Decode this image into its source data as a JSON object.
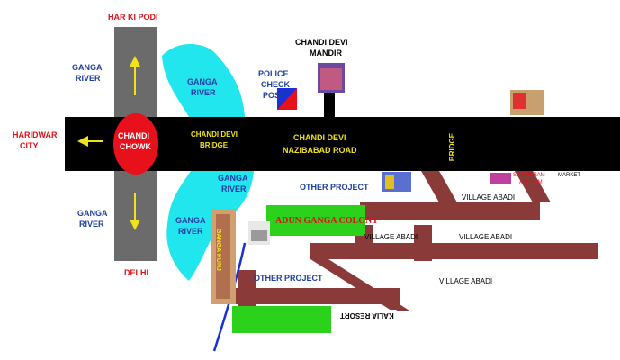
{
  "labels": {
    "har_ki_podi": "HAR KI PODI",
    "haridwar_city_1": "HARIDWAR",
    "haridwar_city_2": "CITY",
    "delhi": "DELHI",
    "ganga_river_1": "GANGA",
    "ganga_river_2": "RIVER",
    "chandi_chowk_1": "CHANDI",
    "chandi_chowk_2": "CHOWK",
    "chandi_devi_bridge_1": "CHANDI DEVI",
    "chandi_devi_bridge_2": "BRIDGE",
    "chandi_devi_road_1": "CHANDI DEVI",
    "chandi_devi_road_2": "NAZIBABAD ROAD",
    "bridge": "BRIDGE",
    "police_1": "POLICE",
    "police_2": "CHECK",
    "police_3": "POST",
    "chandi_devi_mandir_1": "CHANDI DEVI",
    "chandi_devi_mandir_2": "MANDIR",
    "other_project": "OTHER PROJECT",
    "village_abadi": "VILLAGE ABADI",
    "shree_ram_1": "SHREE RAM",
    "shree_ram_2": "ASHRAM",
    "market": "MARKET",
    "adun_ganga_colony": "ADUN GANGA COLONY",
    "ganga_kunj": "GANGA KUNJ",
    "kalia_resort": "KALIA RESORT"
  },
  "colors": {
    "road": "#000000",
    "vertical_road": "#6b6b6b",
    "river": "#22e6ee",
    "lane": "#8b3a3a",
    "colony": "#2bd11a",
    "chowk": "#e8101a",
    "arrow": "#f2e21b",
    "label_blue": "#1f3fa0",
    "label_red": "#e0101a"
  }
}
